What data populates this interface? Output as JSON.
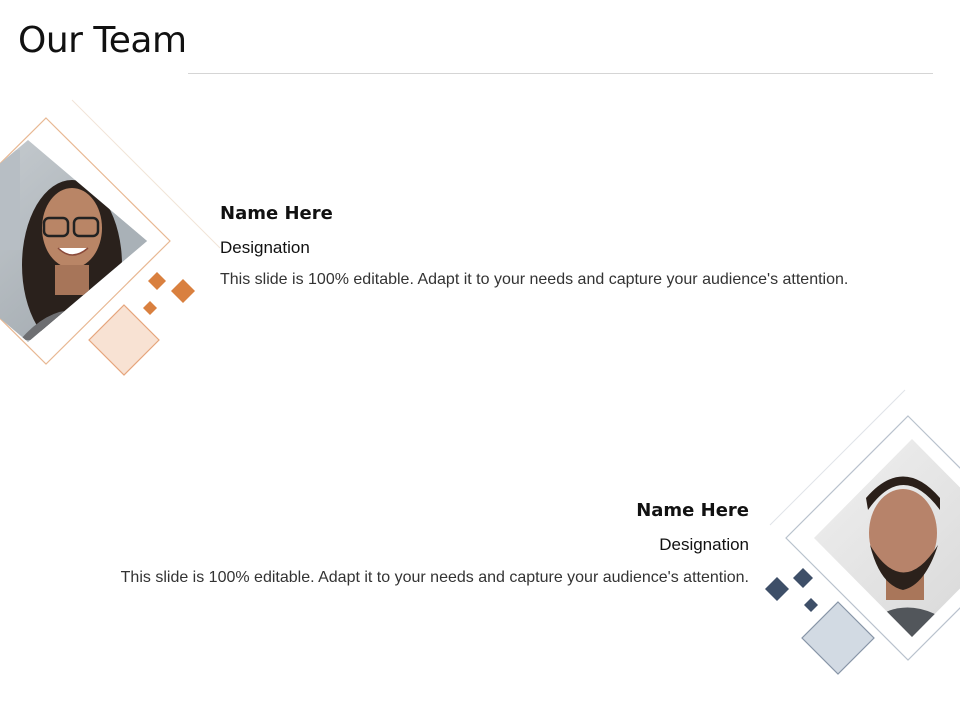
{
  "page": {
    "title": "Our Team"
  },
  "members": [
    {
      "name": "Name Here",
      "designation": "Designation",
      "description": "This slide is 100% editable. Adapt it to your needs and capture your audience's attention.",
      "accent": "#d9803f",
      "photo": "woman-portrait"
    },
    {
      "name": "Name Here",
      "designation": "Designation",
      "description": "This slide is 100% editable. Adapt it to your needs and capture your audience's attention.",
      "accent": "#3e4f68",
      "photo": "man-portrait"
    }
  ]
}
